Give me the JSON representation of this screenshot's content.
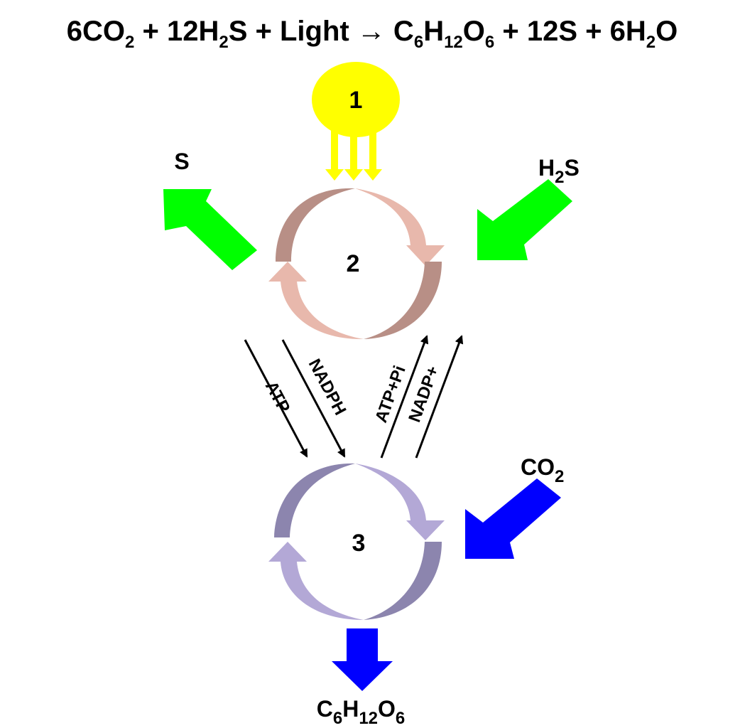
{
  "equation": {
    "part1": "6CO",
    "sub1": "2",
    "part2": " + 12H",
    "sub2": "2",
    "part3": "S + Light → C",
    "sub3": "6",
    "part4": "H",
    "sub4": "12",
    "part5": "O",
    "sub5": "6",
    "part6": " + 12S + 6H",
    "sub6": "2",
    "part7": "O"
  },
  "light": {
    "label": "1",
    "color": "#ffff00"
  },
  "cycle_top": {
    "label": "2",
    "color_light": "#e8b8ac",
    "color_dark": "#b88f86"
  },
  "cycle_bottom": {
    "label": "3",
    "color_light": "#b3a8d6",
    "color_dark": "#8c85ae"
  },
  "sulfur_out": {
    "label": "S",
    "color": "#00ff00"
  },
  "h2s_in": {
    "main": "H",
    "sub": "2",
    "tail": "S",
    "color": "#00ff00"
  },
  "co2_in": {
    "main": "CO",
    "sub": "2",
    "color": "#0000ff"
  },
  "glucose_out": {
    "p1": "C",
    "s1": "6",
    "p2": "H",
    "s2": "12",
    "p3": "O",
    "s3": "6",
    "color": "#0000ff"
  },
  "carriers": {
    "atp": "ATP",
    "nadph": "NADPH",
    "atp_pi": "ATP+Pi",
    "nadp": "NADP+"
  }
}
